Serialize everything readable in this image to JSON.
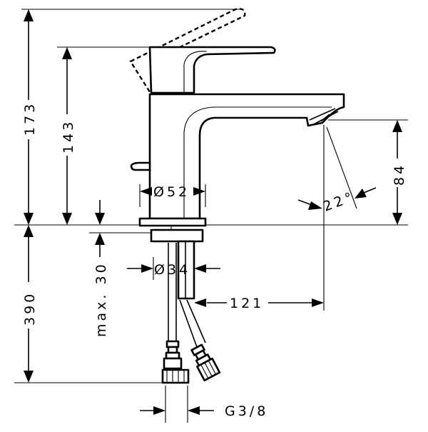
{
  "dimensions": {
    "total_height_lever_up": "173",
    "spout_top_height": "143",
    "below_deck_length": "390",
    "max_deck_thickness": "max. 30",
    "base_diameter": "Ø52",
    "shank_diameter": "Ø34",
    "spout_outlet_height": "84",
    "spout_reach": "121",
    "outlet_angle": "22°",
    "connection_thread": "G3/8"
  }
}
